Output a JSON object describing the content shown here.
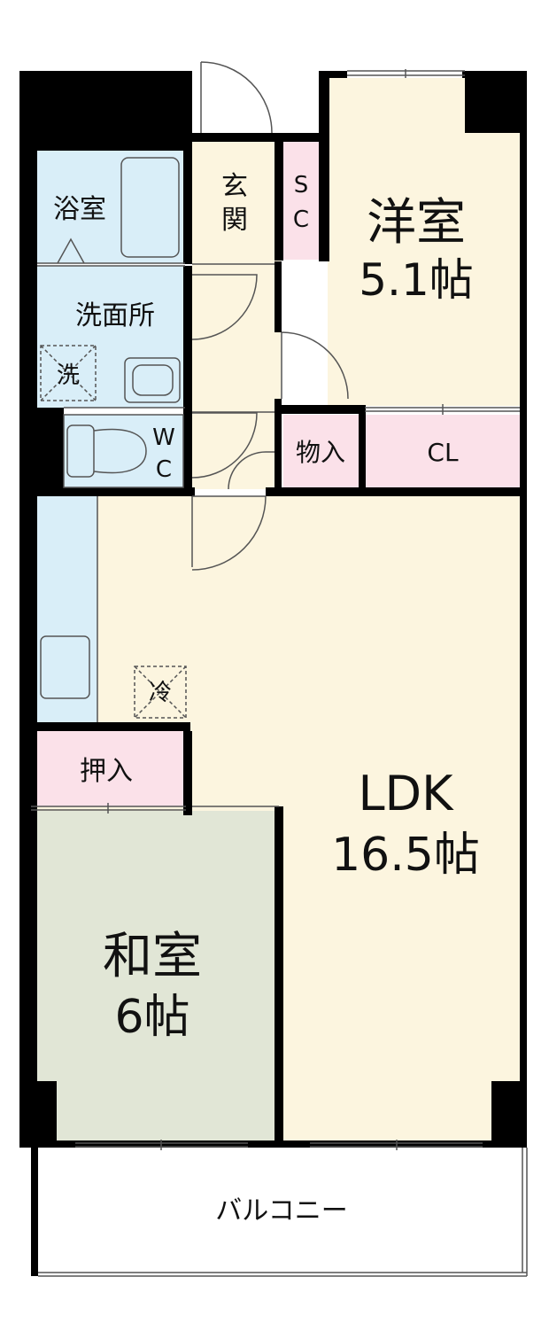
{
  "rooms": {
    "western": {
      "name": "洋室",
      "size": "5.1帖"
    },
    "ldk": {
      "name": "LDK",
      "size": "16.5帖"
    },
    "japanese": {
      "name": "和室",
      "size": "6帖"
    },
    "bath": "浴室",
    "washroom": "洗面所",
    "washer": "洗",
    "toilet_w": "W",
    "toilet_c": "C",
    "entrance_1": "玄",
    "entrance_2": "関",
    "shoe_s": "S",
    "shoe_c": "C",
    "storage": "物入",
    "closet": "CL",
    "fridge": "冷",
    "oshiire": "押入",
    "balcony": "バルコニー"
  },
  "colors": {
    "wall": "#000000",
    "western_floor": "#fcf5df",
    "ldk_floor": "#fcf5df",
    "japanese_floor": "#e1e6d6",
    "wet_area": "#d9eef8",
    "storage": "#fbe1e9",
    "entrance": "#fcf5df",
    "balcony": "#ffffff"
  }
}
